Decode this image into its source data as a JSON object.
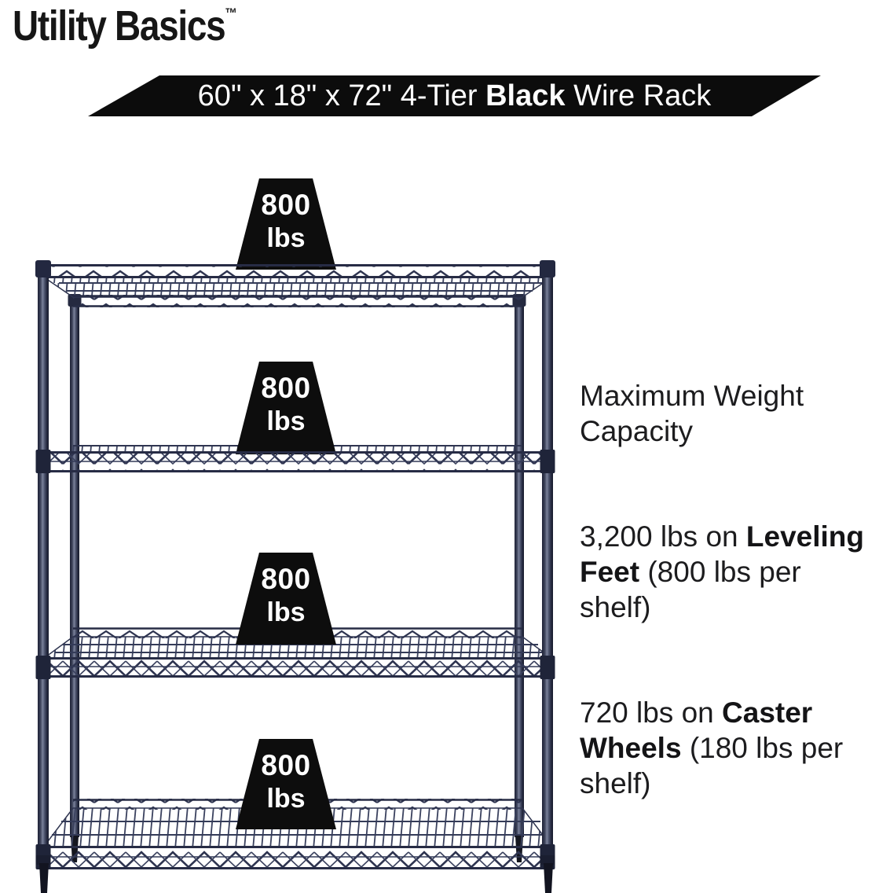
{
  "brand": {
    "name": "Utility Basics",
    "trademark": "™"
  },
  "banner": {
    "size_prefix": "60\" x 18\" x 72\" 4-Tier ",
    "color_bold": "Black",
    "suffix": " Wire Rack"
  },
  "rack": {
    "description": "4-tier black wire shelving rack with leveling feet",
    "shelf_weights": {
      "shelf1": {
        "value": "800",
        "unit": "lbs"
      },
      "shelf2": {
        "value": "800",
        "unit": "lbs"
      },
      "shelf3": {
        "value": "800",
        "unit": "lbs"
      },
      "shelf4": {
        "value": "800",
        "unit": "lbs"
      }
    }
  },
  "info": {
    "heading": "Maximum Weight\nCapacity",
    "leveling": {
      "prefix": "3,200 lbs on ",
      "bold": "Leveling\nFeet",
      "suffix": " (800 lbs per\nshelf)"
    },
    "caster": {
      "prefix": "720 lbs on ",
      "bold": "Caster\nWheels",
      "suffix": " (180 lbs per\nshelf)"
    }
  },
  "colors": {
    "banner_bg": "#0c0c0c",
    "weight_badge_bg": "#0d0d0d",
    "text": "#1c1c1e",
    "rack_wire": "#2e3450",
    "white": "#ffffff"
  }
}
